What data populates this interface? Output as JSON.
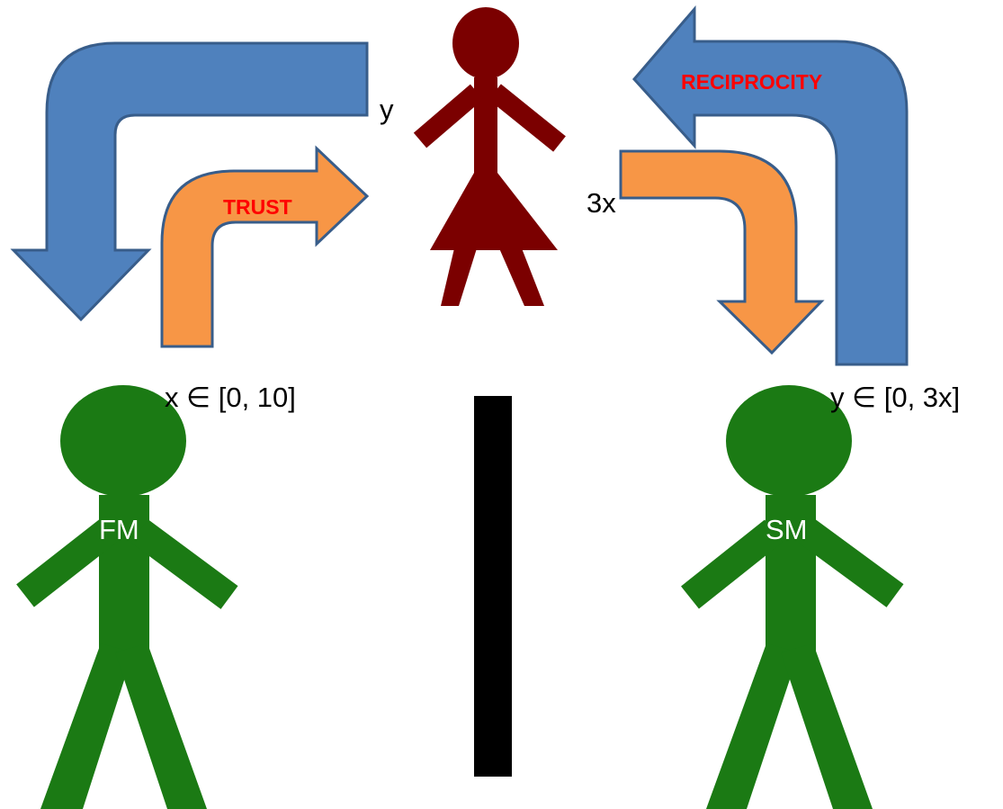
{
  "labels": {
    "trust": "TRUST",
    "reciprocity": "RECIPROCITY",
    "y_top": "y",
    "three_x": "3x",
    "x_range": "x ∈ [0, 10]",
    "y_range": "y ∈ [0, 3x]"
  },
  "people": {
    "left": {
      "label": "FM"
    },
    "right": {
      "label": "SM"
    },
    "top": {
      "label": ""
    }
  },
  "colors": {
    "blue_arrow": "#4f81bd",
    "blue_arrow_stroke": "#385d8a",
    "orange_arrow": "#f79646",
    "orange_arrow_stroke": "#385d8a",
    "green_person": "#1b7a14",
    "red_person": "#7b0000",
    "arrow_text": "#ff0000",
    "divider": "#000000",
    "person_label": "#ffffff"
  }
}
